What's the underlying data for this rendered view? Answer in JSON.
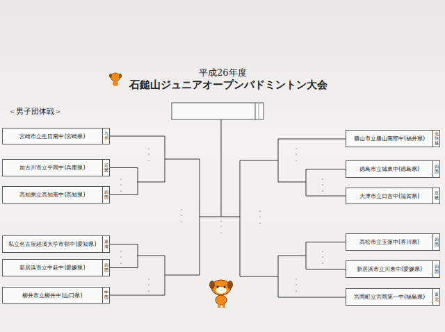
{
  "diagram": {
    "title": "石鎚山ジュニアオープンバドミントン大会",
    "nodes": [
      {
        "text": [
          "宮崎市立生目南中(宮崎県)",
          "九州"
        ]
      },
      {
        "text": [
          "加古川市立平岡中(兵庫県)",
          "近畿"
        ]
      },
      {
        "text": [
          "高知県立高知南中(高知県)",
          "四国"
        ]
      },
      {
        "text": [
          "私立名古屋経済大学市邨中(愛知県)",
          "東海"
        ]
      },
      {
        "text": [
          "新居浜市立中萩中(愛媛県)",
          "四国"
        ]
      },
      {
        "text": [
          "柳井市立柳井中(山口県)",
          "中国"
        ]
      },
      {
        "text": [
          "勝山市立勝山南部中(福井県)",
          "北信越"
        ]
      },
      {
        "text": [
          "徳島市立城東中(徳島県)",
          "四国"
        ]
      },
      {
        "text": [
          "大津市立日吉中(滋賀県)",
          "近畿"
        ]
      },
      {
        "text": [
          "高松市立玉藻中(香川県)",
          "四国"
        ]
      },
      {
        "text": [
          "新居浜市立川東中(愛媛県)",
          "四国"
        ]
      },
      {
        "text": [
          "宮岡町立宮岡第一中(福島県)",
          "東北"
        ]
      }
    ],
    "edges": [
      {
        "from": 1,
        "to": 2,
        "arrow": "none"
      },
      {
        "from": 3,
        "to": 4,
        "arrow": "none"
      },
      {
        "from": 7,
        "to": 8,
        "arrow": "none"
      },
      {
        "from": 9,
        "to": 10,
        "arrow": "none"
      }
    ],
    "labels": [
      "平成26年度",
      "＜男子団体戦＞",
      "- - -",
      "- - -",
      "- - -",
      "- - -",
      "- - -",
      "- - -",
      "- - -",
      "- - -",
      "- - -",
      "- - -",
      "- - -"
    ]
  }
}
